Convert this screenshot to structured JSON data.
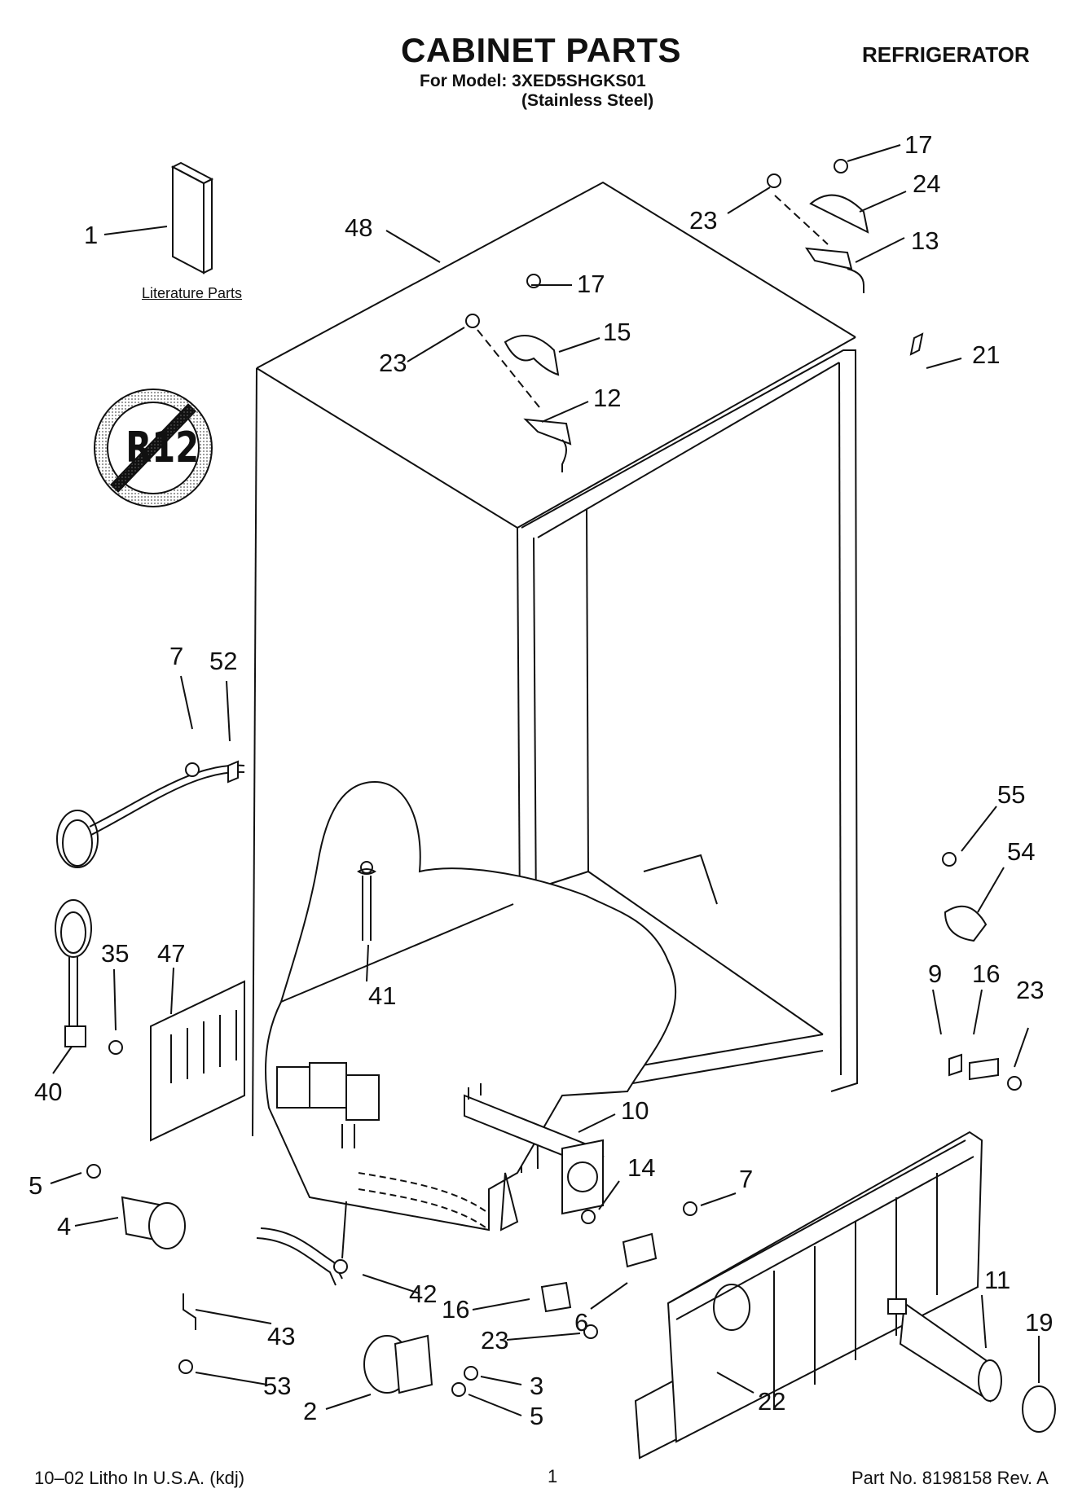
{
  "header": {
    "title": "CABINET PARTS",
    "model_line": "For Model: 3XED5SHGKS01",
    "finish_line": "(Stainless Steel)",
    "appliance": "REFRIGERATOR"
  },
  "literature_label": "Literature Parts",
  "r12_badge": "R12",
  "callouts": [
    {
      "id": "c1",
      "label": "1"
    },
    {
      "id": "c48",
      "label": "48"
    },
    {
      "id": "c23a",
      "label": "23"
    },
    {
      "id": "c17a",
      "label": "17"
    },
    {
      "id": "c15",
      "label": "15"
    },
    {
      "id": "c12",
      "label": "12"
    },
    {
      "id": "c17b",
      "label": "17"
    },
    {
      "id": "c23b",
      "label": "23"
    },
    {
      "id": "c24",
      "label": "24"
    },
    {
      "id": "c13",
      "label": "13"
    },
    {
      "id": "c21",
      "label": "21"
    },
    {
      "id": "c7a",
      "label": "7"
    },
    {
      "id": "c52",
      "label": "52"
    },
    {
      "id": "c55",
      "label": "55"
    },
    {
      "id": "c54",
      "label": "54"
    },
    {
      "id": "c41",
      "label": "41"
    },
    {
      "id": "c35",
      "label": "35"
    },
    {
      "id": "c47",
      "label": "47"
    },
    {
      "id": "c40",
      "label": "40"
    },
    {
      "id": "c9",
      "label": "9"
    },
    {
      "id": "c16a",
      "label": "16"
    },
    {
      "id": "c23c",
      "label": "23"
    },
    {
      "id": "c10",
      "label": "10"
    },
    {
      "id": "c5a",
      "label": "5"
    },
    {
      "id": "c4",
      "label": "4"
    },
    {
      "id": "c14",
      "label": "14"
    },
    {
      "id": "c7b",
      "label": "7"
    },
    {
      "id": "c42",
      "label": "42"
    },
    {
      "id": "c6",
      "label": "6"
    },
    {
      "id": "c11",
      "label": "11"
    },
    {
      "id": "c19",
      "label": "19"
    },
    {
      "id": "c43",
      "label": "43"
    },
    {
      "id": "c16b",
      "label": "16"
    },
    {
      "id": "c23d",
      "label": "23"
    },
    {
      "id": "c53",
      "label": "53"
    },
    {
      "id": "c3",
      "label": "3"
    },
    {
      "id": "c2",
      "label": "2"
    },
    {
      "id": "c5b",
      "label": "5"
    },
    {
      "id": "c22",
      "label": "22"
    }
  ],
  "footer": {
    "left": "10–02 Litho In U.S.A. (kdj)",
    "page": "1",
    "right": "Part No. 8198158 Rev. A"
  }
}
